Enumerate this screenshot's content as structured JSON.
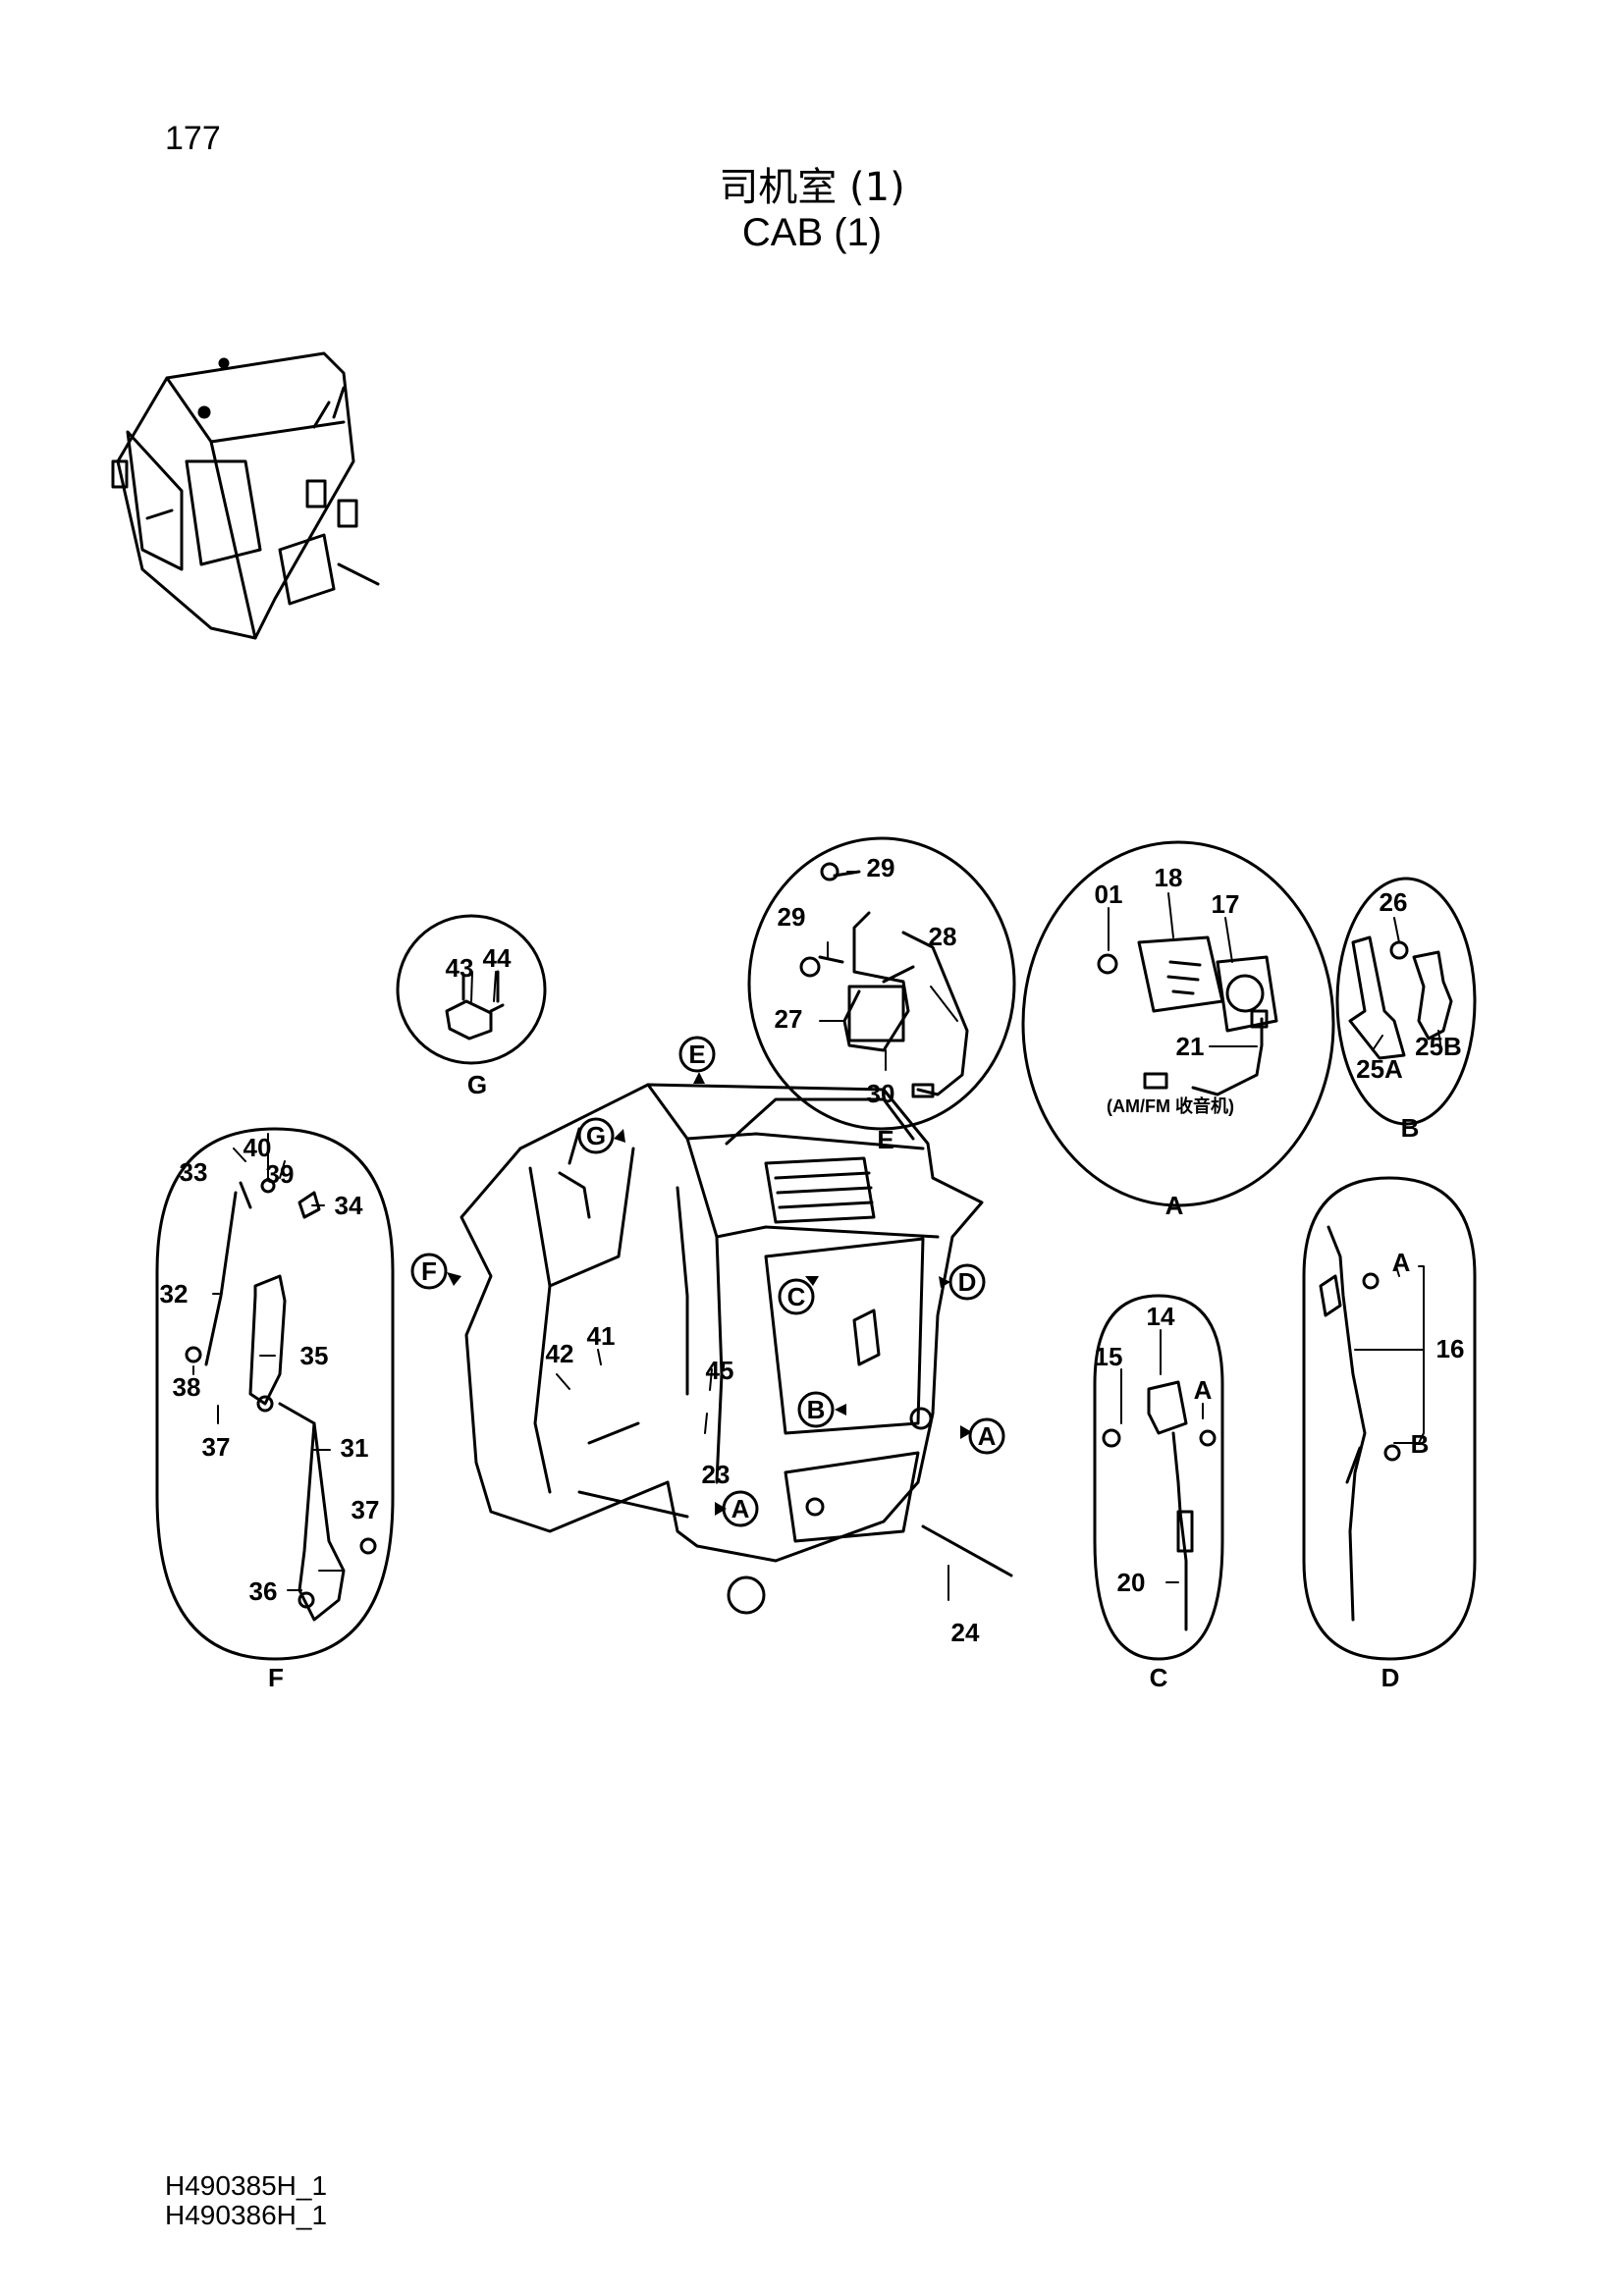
{
  "page_number": "177",
  "title_cn": "司机室 (1)",
  "title_en": "CAB (1)",
  "detail_labels": {
    "G": "G",
    "E": "E",
    "A": "A",
    "B": "B",
    "F": "F",
    "C": "C",
    "D": "D"
  },
  "part_numbers": {
    "p01": "01",
    "p14": "14",
    "p15": "15",
    "p16": "16",
    "p17": "17",
    "p18": "18",
    "p20": "20",
    "p21": "21",
    "p23": "23",
    "p24": "24",
    "p25A": "25A",
    "p25B": "25B",
    "p26": "26",
    "p27": "27",
    "p28": "28",
    "p29": "29",
    "p30": "30",
    "p31": "31",
    "p32": "32",
    "p33": "33",
    "p34": "34",
    "p35": "35",
    "p36": "36",
    "p37": "37",
    "p38": "38",
    "p39": "39",
    "p40": "40",
    "p41": "41",
    "p42": "42",
    "p43": "43",
    "p44": "44",
    "p45": "45"
  },
  "radio_note": "(AM/FM 收音机)",
  "footer": {
    "line1": "H490385H_1",
    "line2": "H490386H_1"
  }
}
